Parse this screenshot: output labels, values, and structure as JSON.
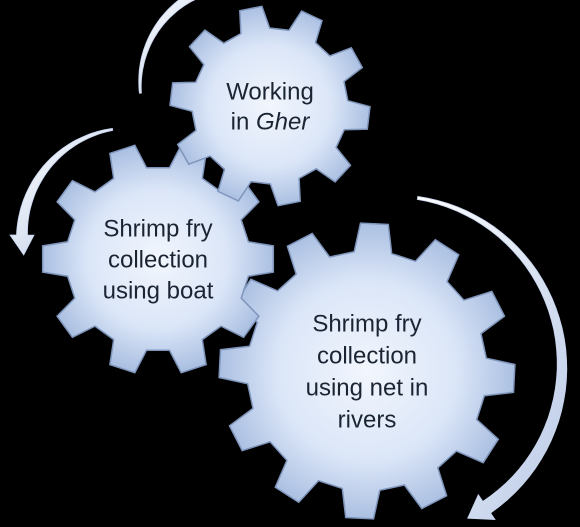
{
  "colors": {
    "background": "#000000",
    "gear_light": "#f2f6fd",
    "gear_dark": "#9fb6dc",
    "gear_stroke": "#7f95bb",
    "arrow_light": "#ffffff",
    "arrow_dark": "#b9c9e6",
    "text": "#1a2433"
  },
  "gears": [
    {
      "id": "working-in-gher",
      "lines": [
        {
          "parts": [
            {
              "text": "Working",
              "italic": false
            }
          ]
        },
        {
          "parts": [
            {
              "text": "in ",
              "italic": false
            },
            {
              "text": "Gher",
              "italic": true
            }
          ]
        }
      ]
    },
    {
      "id": "shrimp-fry-boat",
      "lines": [
        {
          "parts": [
            {
              "text": "Shrimp fry",
              "italic": false
            }
          ]
        },
        {
          "parts": [
            {
              "text": "collection",
              "italic": false
            }
          ]
        },
        {
          "parts": [
            {
              "text": "using boat",
              "italic": false
            }
          ]
        }
      ]
    },
    {
      "id": "shrimp-fry-net",
      "lines": [
        {
          "parts": [
            {
              "text": "Shrimp fry",
              "italic": false
            }
          ]
        },
        {
          "parts": [
            {
              "text": "collection",
              "italic": false
            }
          ]
        },
        {
          "parts": [
            {
              "text": "using net in",
              "italic": false
            }
          ]
        },
        {
          "parts": [
            {
              "text": "rivers",
              "italic": false
            }
          ]
        }
      ]
    }
  ],
  "arrows": [
    {
      "id": "arrow-top",
      "direction": "counterclockwise"
    },
    {
      "id": "arrow-left",
      "direction": "counterclockwise"
    },
    {
      "id": "arrow-right",
      "direction": "clockwise"
    }
  ]
}
